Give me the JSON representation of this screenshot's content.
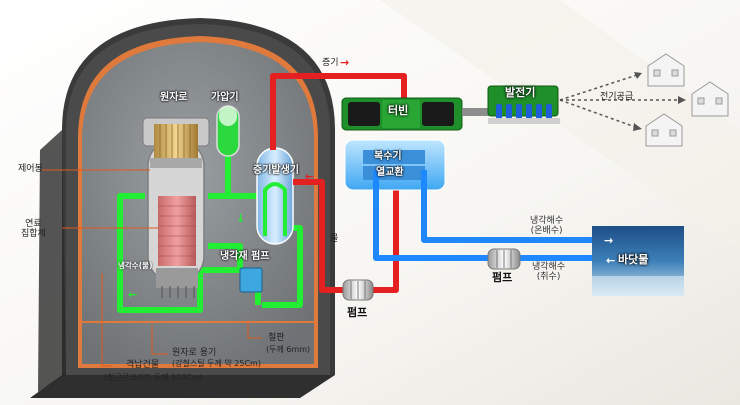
{
  "labels": {
    "reactor": "원자로",
    "pressurizer": "가압기",
    "steam_generator": "증기발생기",
    "coolant_pump": "냉각재 펌프",
    "coolant_water": "냉각수(물)",
    "control_rod": "제어봉",
    "fuel_assembly": "연료\n집합체",
    "containment": "격납건물",
    "containment_detail": "(철근콘크리트 두께 120Cm)",
    "reactor_vessel": "원자로 용기",
    "reactor_vessel_detail": "(강철스틸 두께 약 25Cm)",
    "steel_plate": "철판",
    "steel_plate_detail": "(두께 6mm)",
    "steam": "증기",
    "water": "물",
    "turbine": "터빈",
    "generator": "발전기",
    "power_supply": "전기공급",
    "condenser": "복수기",
    "heat_exchange": "열교환",
    "pump_main": "펌프",
    "pump_sea": "펌프",
    "cooling_seawater_warm": "냉각해수\n(온배수)",
    "cooling_seawater_intake": "냉각해수\n(취수)",
    "sea": "바닷물"
  },
  "colors": {
    "primary_loop": "#22ee33",
    "steam_line": "#ee2222",
    "cooling_line": "#1e88ff",
    "containment_orange": "#e07a3c",
    "containment_wall": "#3a3a3a",
    "interior": "#7f8487"
  }
}
